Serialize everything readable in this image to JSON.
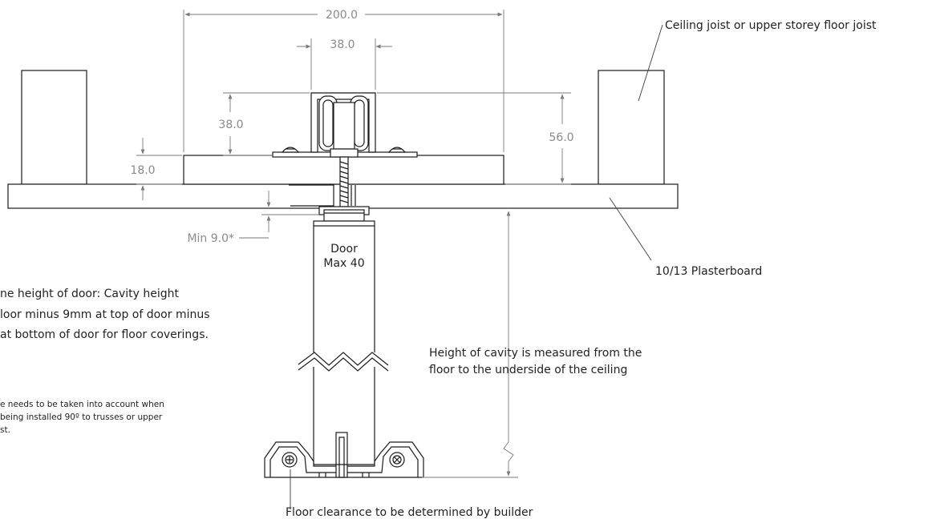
{
  "dimensions": {
    "overall_width": "200.0",
    "track_width": "38.0",
    "track_height": "38.0",
    "block_height": "56.0",
    "plate_thickness": "18.0",
    "min_gap": "Min 9.0*"
  },
  "labels": {
    "joist": "Ceiling joist or upper storey floor joist",
    "plasterboard": "10/13 Plasterboard",
    "door_line1": "Door",
    "door_line2": "Max 40",
    "cavity_line1": "Height of cavity is measured from the",
    "cavity_line2": "floor to the underside of the ceiling",
    "floor_clearance": "Floor clearance to be determined by builder"
  },
  "notes": {
    "height_line1": "ne height of door: Cavity height",
    "height_line2": "loor minus 9mm at top of door minus",
    "height_line3": "at bottom of door for floor coverings.",
    "small_line1": "e needs to be taken into account when",
    "small_line2": "being installed 90º to trusses or upper",
    "small_line3": "st."
  },
  "colors": {
    "line": "#1a1a1a",
    "dimension": "#7a7a7a",
    "text": "#222222",
    "dimension_text": "#8a8a8a"
  }
}
